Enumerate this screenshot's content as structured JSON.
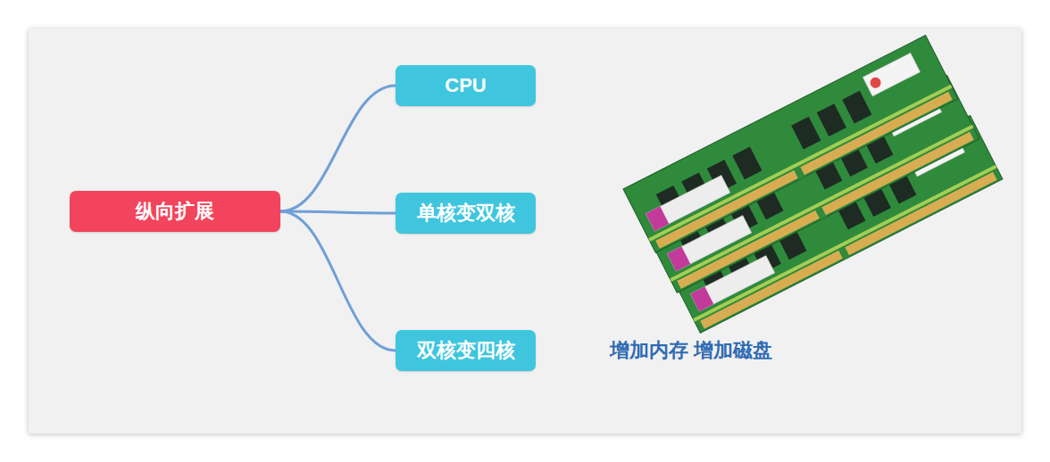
{
  "diagram": {
    "nodes": [
      {
        "text": [
          "纵向扩展"
        ]
      },
      {
        "text": [
          "CPU"
        ]
      },
      {
        "text": [
          "单核变双核"
        ]
      },
      {
        "text": [
          "双核变四核"
        ]
      }
    ],
    "edges": [
      {
        "from": 0,
        "to": 1,
        "arrow": "none"
      },
      {
        "from": 0,
        "to": 2,
        "arrow": "none"
      },
      {
        "from": 0,
        "to": 3,
        "arrow": "none"
      }
    ],
    "labels": [
      "增加内存 增加磁盘"
    ]
  }
}
